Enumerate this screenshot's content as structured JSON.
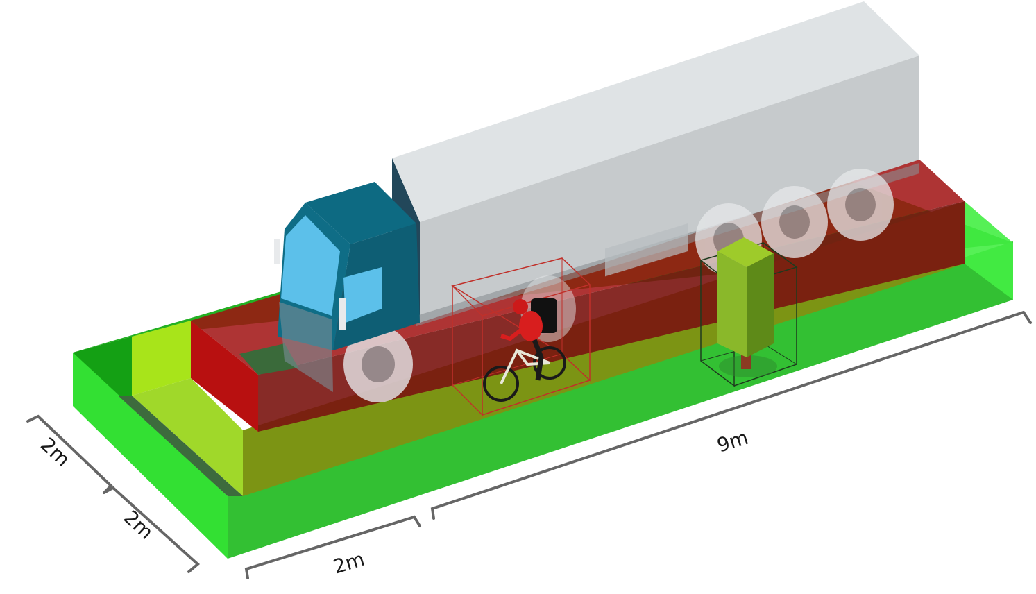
{
  "dimensions": {
    "side_outer": "2m",
    "side_inner": "2m",
    "front_length": "2m",
    "main_length": "9m"
  },
  "colors": {
    "zone_outer_green": "#33d633",
    "zone_inner_yellow": "#a8e02a",
    "zone_olive": "#7a8f18",
    "zone_red": "#b01010",
    "zone_dark_red": "#7a1210",
    "cab_teal": "#0f6a82",
    "windshield_blue": "#5bbde8",
    "box_light": "#dde1e3",
    "box_side": "#c5c9cb",
    "tree_green": "#8ab82a",
    "bbox_red": "#c0302a",
    "bbox_dark": "#1e3a1e",
    "dim_line": "#666666"
  },
  "objects": [
    "truck",
    "cyclist",
    "tree"
  ]
}
